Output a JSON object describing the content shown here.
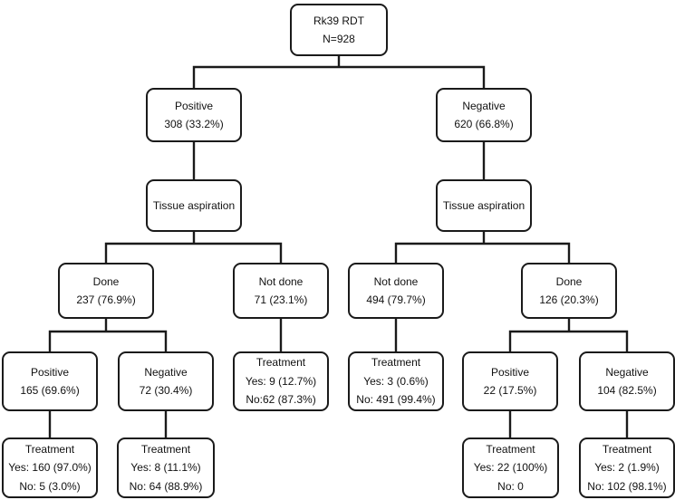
{
  "colors": {
    "line": "#1a1a1a",
    "box_border": "#1a1a1a",
    "box_background": "#ffffff",
    "text": "#111111"
  },
  "nodes": {
    "root": {
      "lines": [
        "Rk39 RDT",
        "N=928"
      ]
    },
    "positive": {
      "lines": [
        "Positive",
        "308 (33.2%)"
      ]
    },
    "negative": {
      "lines": [
        "Negative",
        "620 (66.8%)"
      ]
    },
    "tissue_left": {
      "lines": [
        "Tissue aspiration"
      ]
    },
    "tissue_right": {
      "lines": [
        "Tissue aspiration"
      ]
    },
    "done_left": {
      "lines": [
        "Done",
        "237 (76.9%)"
      ]
    },
    "notdone_left": {
      "lines": [
        "Not done",
        "71 (23.1%)"
      ]
    },
    "notdone_right": {
      "lines": [
        "Not done",
        "494 (79.7%)"
      ]
    },
    "done_right": {
      "lines": [
        "Done",
        "126 (20.3%)"
      ]
    },
    "pos_165": {
      "lines": [
        "Positive",
        "165 (69.6%)"
      ]
    },
    "neg_72": {
      "lines": [
        "Negative",
        "72 (30.4%)"
      ]
    },
    "treat_notdone_left": {
      "lines": [
        "Treatment",
        "Yes: 9 (12.7%)",
        "No:62 (87.3%)"
      ]
    },
    "treat_notdone_right": {
      "lines": [
        "Treatment",
        "Yes: 3 (0.6%)",
        "No: 491 (99.4%)"
      ]
    },
    "pos_22": {
      "lines": [
        "Positive",
        "22 (17.5%)"
      ]
    },
    "neg_104": {
      "lines": [
        "Negative",
        "104 (82.5%)"
      ]
    },
    "treat_pos_165": {
      "lines": [
        "Treatment",
        "Yes: 160 (97.0%)",
        "No: 5 (3.0%)"
      ]
    },
    "treat_neg_72": {
      "lines": [
        "Treatment",
        "Yes: 8 (11.1%)",
        "No: 64 (88.9%)"
      ]
    },
    "treat_pos_22": {
      "lines": [
        "Treatment",
        "Yes: 22 (100%)",
        "No: 0"
      ]
    },
    "treat_neg_104": {
      "lines": [
        "Treatment",
        "Yes: 2 (1.9%)",
        "No: 102 (98.1%)"
      ]
    }
  },
  "edges": [
    {
      "from": "root",
      "to": [
        "positive",
        "negative"
      ]
    },
    {
      "from": "positive",
      "to": [
        "tissue_left"
      ]
    },
    {
      "from": "negative",
      "to": [
        "tissue_right"
      ]
    },
    {
      "from": "tissue_left",
      "to": [
        "done_left",
        "notdone_left"
      ]
    },
    {
      "from": "tissue_right",
      "to": [
        "notdone_right",
        "done_right"
      ]
    },
    {
      "from": "done_left",
      "to": [
        "pos_165",
        "neg_72"
      ]
    },
    {
      "from": "notdone_left",
      "to": [
        "treat_notdone_left"
      ]
    },
    {
      "from": "notdone_right",
      "to": [
        "treat_notdone_right"
      ]
    },
    {
      "from": "done_right",
      "to": [
        "pos_22",
        "neg_104"
      ]
    },
    {
      "from": "pos_165",
      "to": [
        "treat_pos_165"
      ]
    },
    {
      "from": "neg_72",
      "to": [
        "treat_neg_72"
      ]
    },
    {
      "from": "pos_22",
      "to": [
        "treat_pos_22"
      ]
    },
    {
      "from": "neg_104",
      "to": [
        "treat_neg_104"
      ]
    }
  ]
}
